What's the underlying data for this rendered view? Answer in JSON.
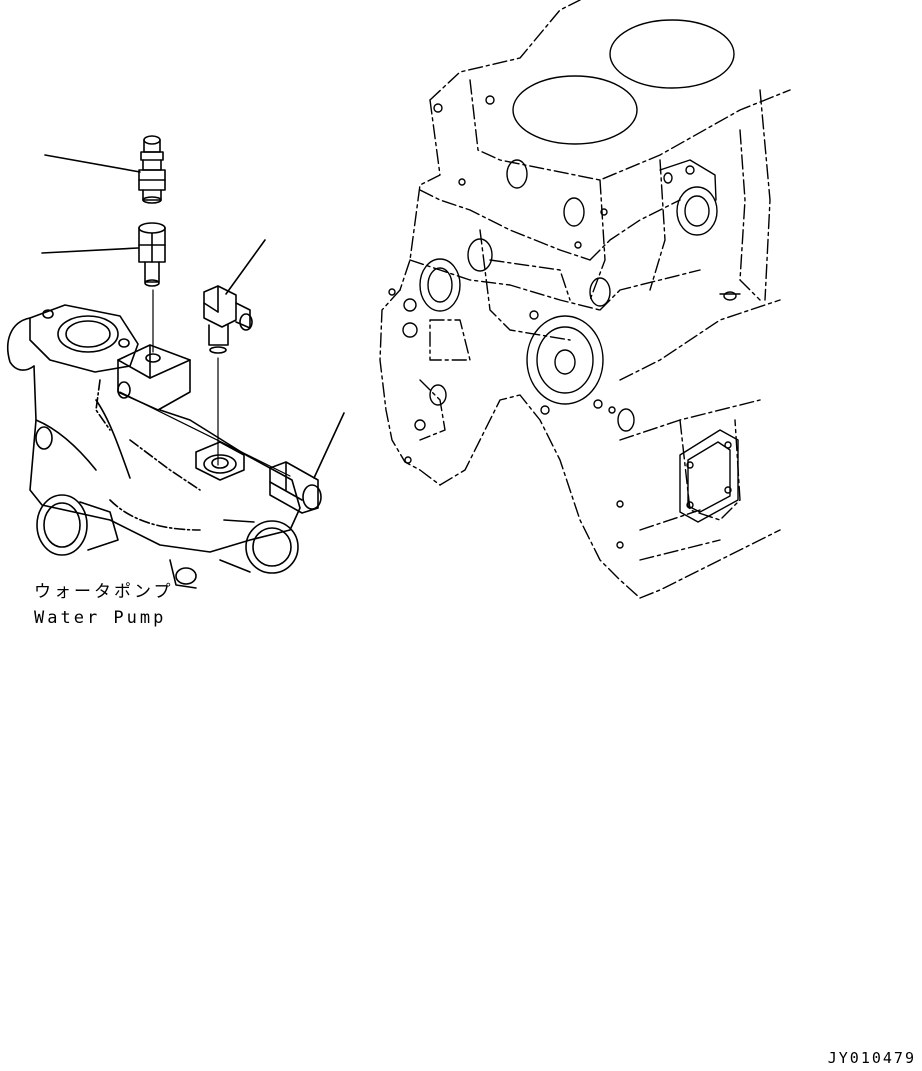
{
  "figure": {
    "caption_japanese": "ウォータポンプ",
    "caption_english": "Water Pump",
    "drawing_number": "JY010479",
    "line_color": "#000000",
    "background_color": "#ffffff"
  },
  "parts": [
    {
      "name": "nipple-fitting",
      "label": ""
    },
    {
      "name": "adapter-fitting",
      "label": ""
    },
    {
      "name": "elbow-fitting",
      "label": ""
    },
    {
      "name": "connector-fitting",
      "label": ""
    }
  ]
}
